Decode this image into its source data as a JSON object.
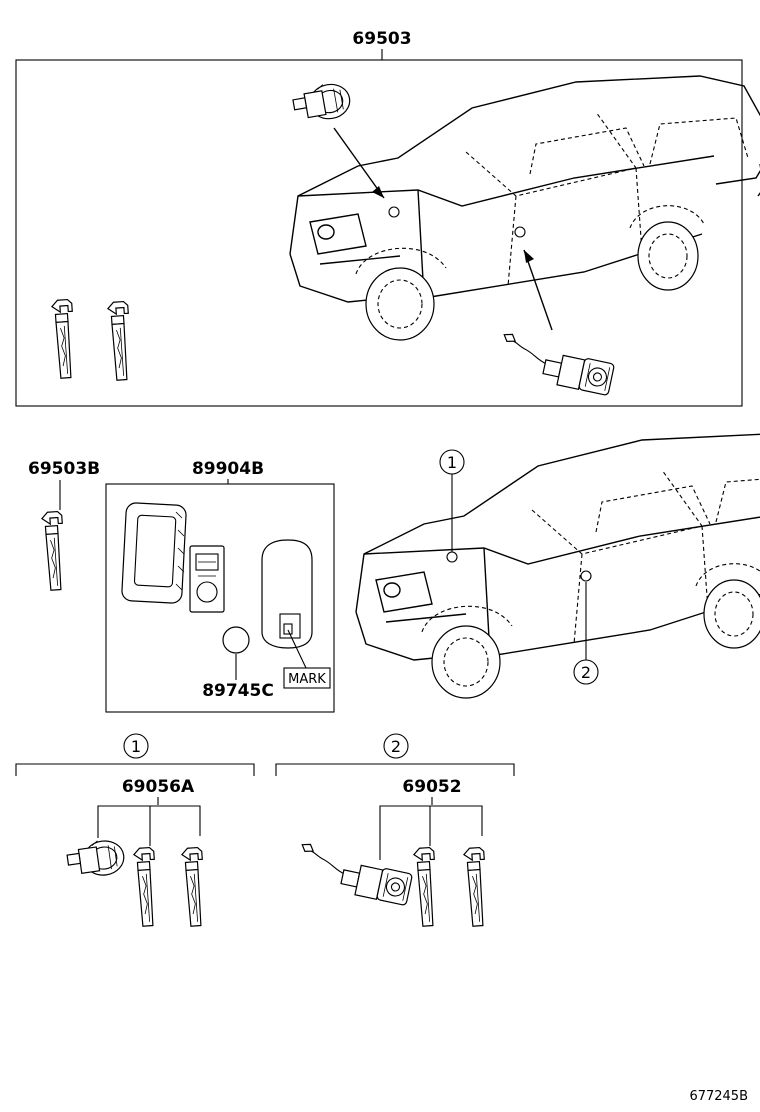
{
  "diagram_id": "677245B",
  "top_group": {
    "part_number": "69503"
  },
  "parts": {
    "key_blank": "69503B",
    "smart_key": "89904B",
    "battery": "89745C",
    "mark_label": "MARK"
  },
  "locations": {
    "loc1": "①",
    "loc2": "②"
  },
  "sub_groups": {
    "ignition": {
      "marker": "①",
      "part_number": "69056A"
    },
    "door": {
      "marker": "②",
      "part_number": "69052"
    }
  }
}
